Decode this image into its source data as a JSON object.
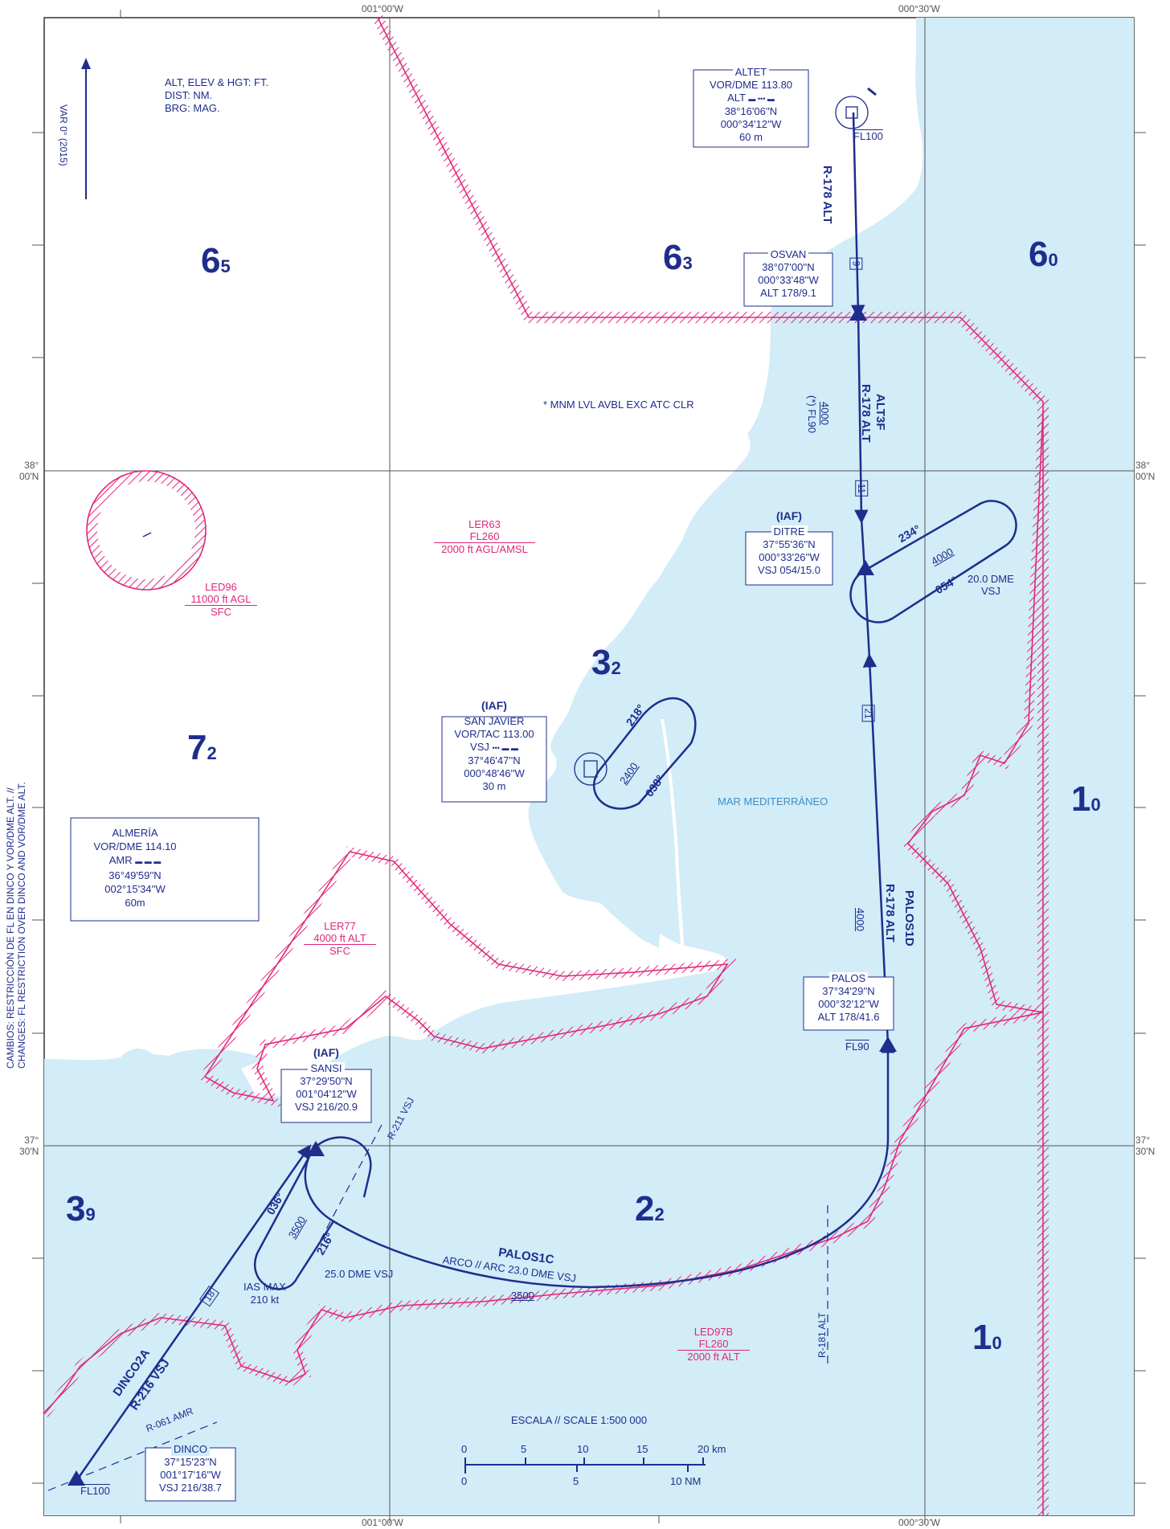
{
  "grid": {
    "top": [
      "001°00'W",
      "000°30'W"
    ],
    "bottom": [
      "001°00'W",
      "000°30'W"
    ],
    "left": [
      [
        "38°",
        "00'N"
      ],
      [
        "37°",
        "30'N"
      ]
    ],
    "right": [
      [
        "38°",
        "00'N"
      ],
      [
        "37°",
        "30'N"
      ]
    ]
  },
  "notes": {
    "units": [
      "ALT, ELEV & HGT: FT.",
      "DIST: NM.",
      "BRG: MAG."
    ],
    "var": "VAR 0° (2015)",
    "mnm": "* MNM LVL AVBL EXC ATC CLR",
    "sea_name": "MAR MEDITERRÁNEO",
    "changes_es": "CAMBIOS: RESTRICCIÓN DE FL EN DINCO Y VOR/DME ALT. //",
    "changes_en": "CHANGES: FL RESTRICTION OVER DINCO AND VOR/DME ALT.",
    "scale": "ESCALA // SCALE 1:500 000"
  },
  "msa": [
    {
      "main": "6",
      "sub": "5"
    },
    {
      "main": "6",
      "sub": "3"
    },
    {
      "main": "6",
      "sub": "0"
    },
    {
      "main": "3",
      "sub": "2"
    },
    {
      "main": "7",
      "sub": "2"
    },
    {
      "main": "1",
      "sub": "0"
    },
    {
      "main": "3",
      "sub": "9"
    },
    {
      "main": "2",
      "sub": "2"
    },
    {
      "main": "1",
      "sub": "0"
    }
  ],
  "navaids": {
    "altet": [
      "ALTET",
      "VOR/DME 113.80",
      "ALT",
      "38°16'06''N",
      "000°34'12''W",
      "60 m"
    ],
    "almeria": [
      "ALMERÍA",
      "VOR/DME 114.10",
      "AMR",
      "36°49'59''N",
      "002°15'34''W",
      "60m"
    ],
    "san_javier": [
      "(IAF)",
      "SAN JAVIER",
      "VOR/TAC 113.00",
      "VSJ",
      "37°46'47''N",
      "000°48'46''W",
      "30 m"
    ]
  },
  "fixes": {
    "osvan": [
      "OSVAN",
      "38°07'00''N",
      "000°33'48''W",
      "ALT 178/9.1"
    ],
    "ditre": [
      "(IAF)",
      "DITRE",
      "37°55'36''N",
      "000°33'26''W",
      "VSJ 054/15.0"
    ],
    "palos": [
      "PALOS",
      "37°34'29''N",
      "000°32'12''W",
      "ALT 178/41.6"
    ],
    "sansi": [
      "(IAF)",
      "SANSI",
      "37°29'50''N",
      "001°04'12''W",
      "VSJ 216/20.9"
    ],
    "dinco": [
      "DINCO",
      "37°15'23''N",
      "001°17'16''W",
      "VSJ 216/38.7"
    ]
  },
  "airspaces": {
    "ler63": [
      "LER63",
      "FL260",
      "2000 ft AGL/AMSL"
    ],
    "led96": [
      "LED96",
      "11000 ft AGL",
      "SFC"
    ],
    "ler77": [
      "LER77",
      "4000 ft ALT",
      "SFC"
    ],
    "led97b": [
      "LED97B",
      "FL260",
      "2000 ft ALT"
    ]
  },
  "routes": {
    "fl100_top": "FL100",
    "r178_top": "R-178 ALT",
    "d9": "9",
    "alt3f": "ALT3F",
    "r178_mid": "R-178 ALT",
    "alt3f_alt": "4000",
    "alt3f_fl": "(*) FL90",
    "d11": "11",
    "hold_ditre_in": "234°",
    "hold_ditre_out": "054°",
    "hold_ditre_alt": "4000",
    "hold_ditre_limit": [
      "20.0 DME",
      "VSJ"
    ],
    "d21": "21",
    "palos1d": "PALOS1D",
    "r178_low": "R-178 ALT",
    "palos1d_alt": "4000",
    "fl90": "FL90",
    "hold_vsj_in": "218°",
    "hold_vsj_out": "038°",
    "hold_vsj_alt": "2400",
    "hold_sansi_in": "036°",
    "hold_sansi_out": "216°",
    "hold_sansi_alt": "3500",
    "hold_sansi_limit": "25.0 DME VSJ",
    "ias": [
      "IAS MAX",
      "210 kt"
    ],
    "r211": "R-211 VSJ",
    "palos1c": "PALOS1C",
    "arc": "ARCO // ARC  23.0 DME VSJ",
    "arc_alt": "3500",
    "r181": "R-181 ALT",
    "dinco2a": "DINCO2A",
    "r216": "R-216 VSJ",
    "d18": "18",
    "r061": "R-061 AMR",
    "fl100_bottom": "FL100"
  },
  "scalebar": {
    "km": [
      "0",
      "5",
      "10",
      "15",
      "20 km"
    ],
    "nm": [
      "0",
      "5",
      "10 NM"
    ]
  }
}
